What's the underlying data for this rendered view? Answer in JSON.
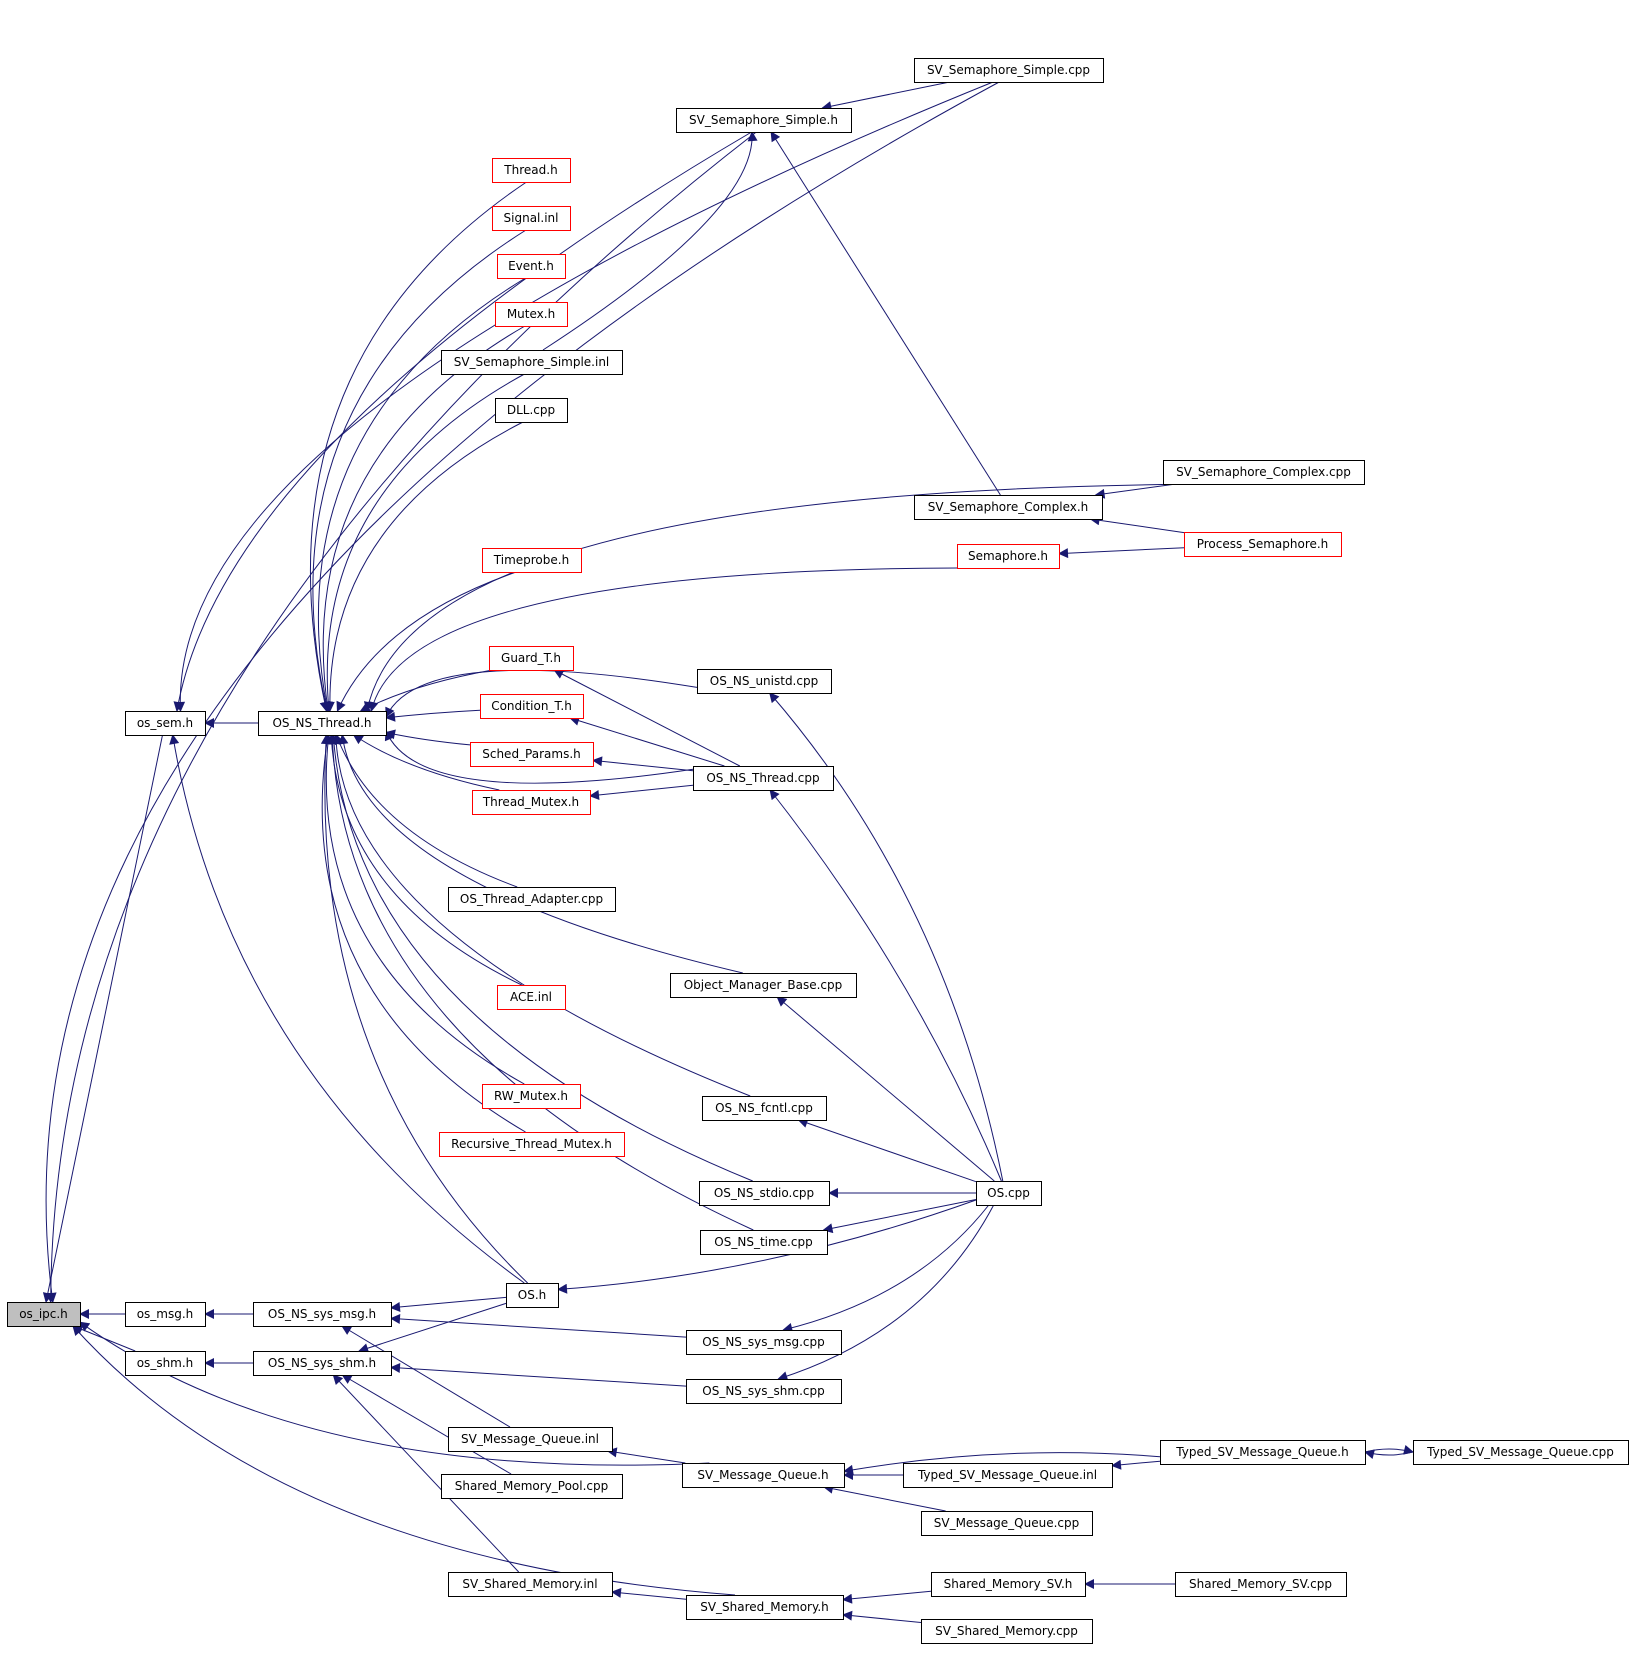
{
  "colors": {
    "edge": "#191970",
    "node_border": "#000000",
    "node_border_red": "#ff0000",
    "root_fill": "#bfbfbf"
  },
  "nodes": [
    {
      "id": "os_ipc_h",
      "label": "os_ipc.h",
      "style": "root"
    },
    {
      "id": "os_sem_h",
      "label": "os_sem.h",
      "style": "black"
    },
    {
      "id": "os_msg_h",
      "label": "os_msg.h",
      "style": "black"
    },
    {
      "id": "os_shm_h",
      "label": "os_shm.h",
      "style": "black"
    },
    {
      "id": "os_ns_thread_h",
      "label": "OS_NS_Thread.h",
      "style": "black"
    },
    {
      "id": "os_ns_sys_msg_h",
      "label": "OS_NS_sys_msg.h",
      "style": "black"
    },
    {
      "id": "os_ns_sys_shm_h",
      "label": "OS_NS_sys_shm.h",
      "style": "black"
    },
    {
      "id": "sv_semaphore_simple_cpp",
      "label": "SV_Semaphore_Simple.cpp",
      "style": "black"
    },
    {
      "id": "sv_semaphore_simple_h",
      "label": "SV_Semaphore_Simple.h",
      "style": "black"
    },
    {
      "id": "thread_h",
      "label": "Thread.h",
      "style": "red"
    },
    {
      "id": "signal_inl",
      "label": "Signal.inl",
      "style": "red"
    },
    {
      "id": "event_h",
      "label": "Event.h",
      "style": "red"
    },
    {
      "id": "mutex_h",
      "label": "Mutex.h",
      "style": "red"
    },
    {
      "id": "sv_semaphore_simple_inl",
      "label": "SV_Semaphore_Simple.inl",
      "style": "black"
    },
    {
      "id": "dll_cpp",
      "label": "DLL.cpp",
      "style": "black"
    },
    {
      "id": "sv_semaphore_complex_cpp",
      "label": "SV_Semaphore_Complex.cpp",
      "style": "black"
    },
    {
      "id": "sv_semaphore_complex_h",
      "label": "SV_Semaphore_Complex.h",
      "style": "black"
    },
    {
      "id": "process_semaphore_h",
      "label": "Process_Semaphore.h",
      "style": "red"
    },
    {
      "id": "semaphore_h",
      "label": "Semaphore.h",
      "style": "red"
    },
    {
      "id": "timeprobe_h",
      "label": "Timeprobe.h",
      "style": "red"
    },
    {
      "id": "guard_t_h",
      "label": "Guard_T.h",
      "style": "red"
    },
    {
      "id": "os_ns_unistd_cpp",
      "label": "OS_NS_unistd.cpp",
      "style": "black"
    },
    {
      "id": "condition_t_h",
      "label": "Condition_T.h",
      "style": "red"
    },
    {
      "id": "sched_params_h",
      "label": "Sched_Params.h",
      "style": "red"
    },
    {
      "id": "os_ns_thread_cpp",
      "label": "OS_NS_Thread.cpp",
      "style": "black"
    },
    {
      "id": "thread_mutex_h",
      "label": "Thread_Mutex.h",
      "style": "red"
    },
    {
      "id": "os_thread_adapter_cpp",
      "label": "OS_Thread_Adapter.cpp",
      "style": "black"
    },
    {
      "id": "object_manager_base_cpp",
      "label": "Object_Manager_Base.cpp",
      "style": "black"
    },
    {
      "id": "ace_inl",
      "label": "ACE.inl",
      "style": "red"
    },
    {
      "id": "rw_mutex_h",
      "label": "RW_Mutex.h",
      "style": "red"
    },
    {
      "id": "os_ns_fcntl_cpp",
      "label": "OS_NS_fcntl.cpp",
      "style": "black"
    },
    {
      "id": "recursive_thread_mutex_h",
      "label": "Recursive_Thread_Mutex.h",
      "style": "red"
    },
    {
      "id": "os_ns_stdio_cpp",
      "label": "OS_NS_stdio.cpp",
      "style": "black"
    },
    {
      "id": "os_cpp",
      "label": "OS.cpp",
      "style": "black"
    },
    {
      "id": "os_ns_time_cpp",
      "label": "OS_NS_time.cpp",
      "style": "black"
    },
    {
      "id": "os_h",
      "label": "OS.h",
      "style": "black"
    },
    {
      "id": "os_ns_sys_msg_cpp",
      "label": "OS_NS_sys_msg.cpp",
      "style": "black"
    },
    {
      "id": "os_ns_sys_shm_cpp",
      "label": "OS_NS_sys_shm.cpp",
      "style": "black"
    },
    {
      "id": "sv_message_queue_inl",
      "label": "SV_Message_Queue.inl",
      "style": "black"
    },
    {
      "id": "typed_sv_message_queue_h",
      "label": "Typed_SV_Message_Queue.h",
      "style": "black"
    },
    {
      "id": "typed_sv_message_queue_cpp",
      "label": "Typed_SV_Message_Queue.cpp",
      "style": "black"
    },
    {
      "id": "sv_message_queue_h",
      "label": "SV_Message_Queue.h",
      "style": "black"
    },
    {
      "id": "typed_sv_message_queue_inl",
      "label": "Typed_SV_Message_Queue.inl",
      "style": "black"
    },
    {
      "id": "shared_memory_pool_cpp",
      "label": "Shared_Memory_Pool.cpp",
      "style": "black"
    },
    {
      "id": "sv_message_queue_cpp",
      "label": "SV_Message_Queue.cpp",
      "style": "black"
    },
    {
      "id": "sv_shared_memory_inl",
      "label": "SV_Shared_Memory.inl",
      "style": "black"
    },
    {
      "id": "shared_memory_sv_h",
      "label": "Shared_Memory_SV.h",
      "style": "black"
    },
    {
      "id": "shared_memory_sv_cpp",
      "label": "Shared_Memory_SV.cpp",
      "style": "black"
    },
    {
      "id": "sv_shared_memory_h",
      "label": "SV_Shared_Memory.h",
      "style": "black"
    },
    {
      "id": "sv_shared_memory_cpp",
      "label": "SV_Shared_Memory.cpp",
      "style": "black"
    }
  ],
  "edges": [
    {
      "from": "sv_semaphore_simple_cpp",
      "to": "os_ipc_h"
    },
    {
      "from": "sv_semaphore_simple_cpp",
      "to": "os_sem_h"
    },
    {
      "from": "sv_semaphore_simple_cpp",
      "to": "sv_semaphore_simple_h"
    },
    {
      "from": "sv_semaphore_simple_h",
      "to": "os_ipc_h"
    },
    {
      "from": "sv_semaphore_simple_h",
      "to": "os_sem_h"
    },
    {
      "from": "sv_semaphore_simple_inl",
      "to": "sv_semaphore_simple_h"
    },
    {
      "from": "sv_semaphore_complex_h",
      "to": "sv_semaphore_simple_h"
    },
    {
      "from": "os_ns_thread_h",
      "to": "os_sem_h"
    },
    {
      "from": "os_h",
      "to": "os_sem_h"
    },
    {
      "from": "os_sem_h",
      "to": "os_ipc_h"
    },
    {
      "from": "os_msg_h",
      "to": "os_ipc_h"
    },
    {
      "from": "os_shm_h",
      "to": "os_ipc_h"
    },
    {
      "from": "sv_message_queue_h",
      "to": "os_ipc_h"
    },
    {
      "from": "sv_shared_memory_h",
      "to": "os_ipc_h"
    },
    {
      "from": "thread_h",
      "to": "os_ns_thread_h"
    },
    {
      "from": "signal_inl",
      "to": "os_ns_thread_h"
    },
    {
      "from": "event_h",
      "to": "os_ns_thread_h"
    },
    {
      "from": "mutex_h",
      "to": "os_ns_thread_h"
    },
    {
      "from": "sv_semaphore_simple_inl",
      "to": "os_ns_thread_h"
    },
    {
      "from": "dll_cpp",
      "to": "os_ns_thread_h"
    },
    {
      "from": "sv_semaphore_complex_cpp",
      "to": "os_ns_thread_h"
    },
    {
      "from": "semaphore_h",
      "to": "os_ns_thread_h"
    },
    {
      "from": "timeprobe_h",
      "to": "os_ns_thread_h"
    },
    {
      "from": "os_ns_unistd_cpp",
      "to": "os_ns_thread_h"
    },
    {
      "from": "guard_t_h",
      "to": "os_ns_thread_h"
    },
    {
      "from": "condition_t_h",
      "to": "os_ns_thread_h"
    },
    {
      "from": "sched_params_h",
      "to": "os_ns_thread_h"
    },
    {
      "from": "thread_mutex_h",
      "to": "os_ns_thread_h"
    },
    {
      "from": "os_ns_thread_cpp",
      "to": "os_ns_thread_h"
    },
    {
      "from": "os_thread_adapter_cpp",
      "to": "os_ns_thread_h"
    },
    {
      "from": "object_manager_base_cpp",
      "to": "os_ns_thread_h"
    },
    {
      "from": "ace_inl",
      "to": "os_ns_thread_h"
    },
    {
      "from": "os_ns_fcntl_cpp",
      "to": "os_ns_thread_h"
    },
    {
      "from": "rw_mutex_h",
      "to": "os_ns_thread_h"
    },
    {
      "from": "recursive_thread_mutex_h",
      "to": "os_ns_thread_h"
    },
    {
      "from": "os_ns_stdio_cpp",
      "to": "os_ns_thread_h"
    },
    {
      "from": "os_ns_time_cpp",
      "to": "os_ns_thread_h"
    },
    {
      "from": "os_h",
      "to": "os_ns_thread_h"
    },
    {
      "from": "sv_semaphore_complex_cpp",
      "to": "sv_semaphore_complex_h"
    },
    {
      "from": "process_semaphore_h",
      "to": "sv_semaphore_complex_h"
    },
    {
      "from": "process_semaphore_h",
      "to": "semaphore_h"
    },
    {
      "from": "os_ns_thread_cpp",
      "to": "guard_t_h"
    },
    {
      "from": "os_ns_thread_cpp",
      "to": "condition_t_h"
    },
    {
      "from": "os_ns_thread_cpp",
      "to": "sched_params_h"
    },
    {
      "from": "os_ns_thread_cpp",
      "to": "thread_mutex_h"
    },
    {
      "from": "os_cpp",
      "to": "os_ns_unistd_cpp"
    },
    {
      "from": "os_cpp",
      "to": "os_ns_thread_cpp"
    },
    {
      "from": "os_cpp",
      "to": "object_manager_base_cpp"
    },
    {
      "from": "os_cpp",
      "to": "os_ns_fcntl_cpp"
    },
    {
      "from": "os_cpp",
      "to": "os_ns_stdio_cpp"
    },
    {
      "from": "os_cpp",
      "to": "os_ns_time_cpp"
    },
    {
      "from": "os_cpp",
      "to": "os_h"
    },
    {
      "from": "os_cpp",
      "to": "os_ns_sys_msg_cpp"
    },
    {
      "from": "os_cpp",
      "to": "os_ns_sys_shm_cpp"
    },
    {
      "from": "os_ns_sys_msg_h",
      "to": "os_msg_h"
    },
    {
      "from": "os_ns_sys_shm_h",
      "to": "os_shm_h"
    },
    {
      "from": "os_h",
      "to": "os_ns_sys_msg_h"
    },
    {
      "from": "os_h",
      "to": "os_ns_sys_shm_h"
    },
    {
      "from": "os_ns_sys_msg_cpp",
      "to": "os_ns_sys_msg_h"
    },
    {
      "from": "os_ns_sys_shm_cpp",
      "to": "os_ns_sys_shm_h"
    },
    {
      "from": "sv_message_queue_inl",
      "to": "os_ns_sys_msg_h"
    },
    {
      "from": "shared_memory_pool_cpp",
      "to": "os_ns_sys_shm_h"
    },
    {
      "from": "sv_shared_memory_inl",
      "to": "os_ns_sys_shm_h"
    },
    {
      "from": "sv_message_queue_h",
      "to": "sv_message_queue_inl"
    },
    {
      "from": "typed_sv_message_queue_h",
      "to": "sv_message_queue_h"
    },
    {
      "from": "typed_sv_message_queue_inl",
      "to": "sv_message_queue_h"
    },
    {
      "from": "sv_message_queue_cpp",
      "to": "sv_message_queue_h"
    },
    {
      "from": "typed_sv_message_queue_h",
      "to": "typed_sv_message_queue_inl"
    },
    {
      "from": "typed_sv_message_queue_h",
      "to": "typed_sv_message_queue_cpp"
    },
    {
      "from": "typed_sv_message_queue_cpp",
      "to": "typed_sv_message_queue_h"
    },
    {
      "from": "sv_shared_memory_h",
      "to": "sv_shared_memory_inl"
    },
    {
      "from": "shared_memory_sv_h",
      "to": "sv_shared_memory_h"
    },
    {
      "from": "sv_shared_memory_cpp",
      "to": "sv_shared_memory_h"
    },
    {
      "from": "shared_memory_sv_cpp",
      "to": "shared_memory_sv_h"
    }
  ]
}
